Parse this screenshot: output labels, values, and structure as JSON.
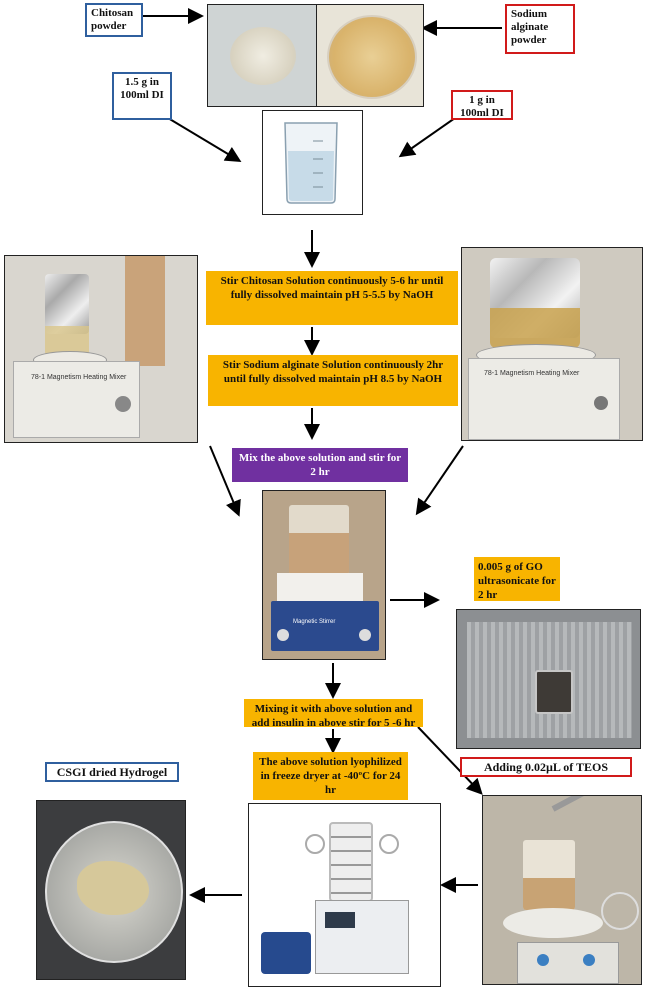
{
  "labels": {
    "chitosan_powder": "Chitosan powder",
    "sodium_alginate_powder": "Sodium alginate powder",
    "chitosan_amount": "1.5 g in 100ml DI",
    "alginate_amount": "1 g in 100ml DI",
    "stir_chitosan": "Stir Chitosan Solution continuously 5-6 hr until fully dissolved maintain pH 5-5.5 by NaOH",
    "stir_alginate": "Stir Sodium alginate Solution continuously 2hr until fully dissolved maintain pH 8.5 by NaOH",
    "mix_solution": "Mix the above solution and stir for 2 hr",
    "go_ultrasonicate": "0.005 g of GO ultrasonicate for 2 hr",
    "mixing_insulin": "Mixing it with above solution and add insulin in above stir for 5 -6 hr",
    "adding_teos": "Adding 0.02µL of TEOS",
    "lyophilized": "The above solution lyophilized in freeze dryer at -40ºC for 24 hr",
    "dried_hydrogel": "CSGI dried Hydrogel"
  },
  "photo_text": {
    "left_mixer": "78-1 Magnetism Heating Mixer",
    "right_mixer": "78-1 Magnetism Heating Mixer",
    "stirrer_brand": "Magnetic Stirrer"
  },
  "colors": {
    "process_box": "#f8b400",
    "mix_box": "#7030a0",
    "blue_border": "#2f5f9e",
    "red_border": "#d11a1a"
  }
}
